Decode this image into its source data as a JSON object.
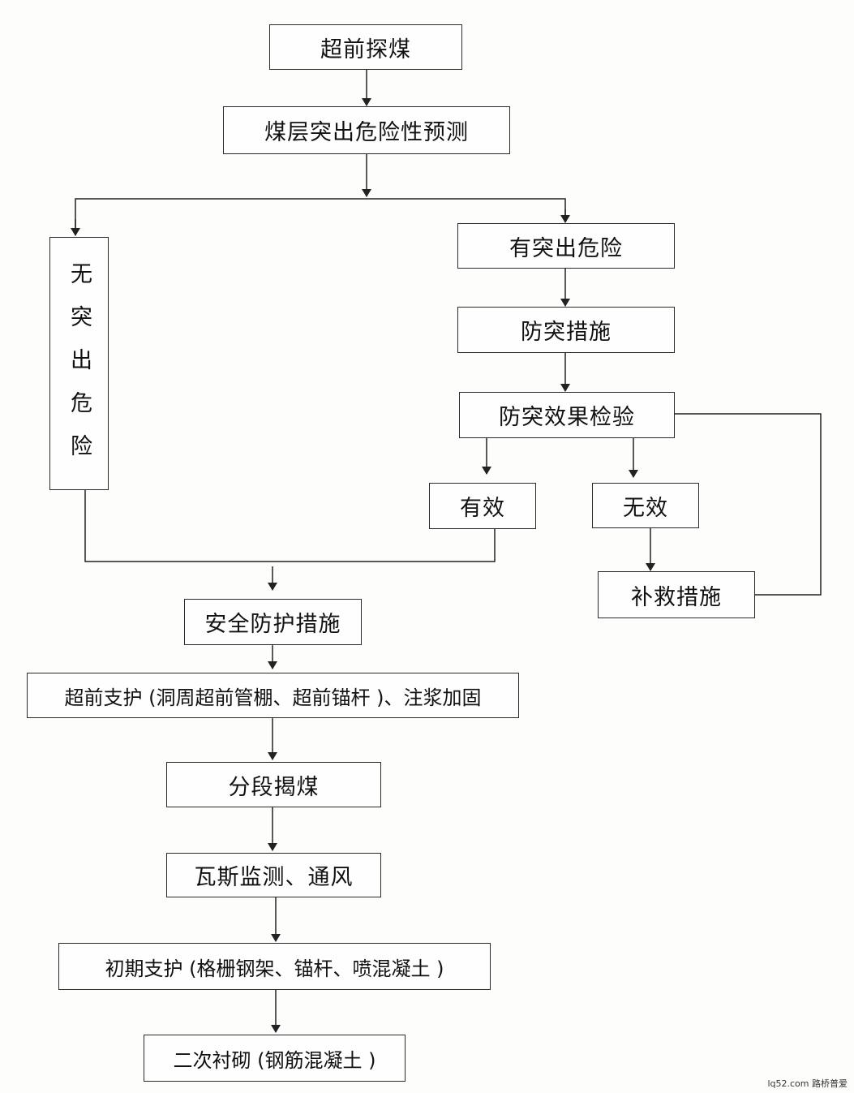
{
  "nodes": {
    "advance_probe": "超前探煤",
    "outburst_prediction": "煤层突出危险性预测",
    "no_outburst": "无突出危险",
    "has_outburst": "有突出危险",
    "prevention_measures": "防突措施",
    "effect_test": "防突效果检验",
    "effective": "有效",
    "ineffective": "无效",
    "remedial_measures": "补救措施",
    "safety_protection": "安全防护措施",
    "advance_support": "超前支护 (洞周超前管棚、超前锚杆 )、注浆加固",
    "sectional_exposure": "分段揭煤",
    "gas_monitoring": "瓦斯监测、通风",
    "initial_support": "初期支护 (格栅钢架、锚杆、喷混凝土 )",
    "secondary_lining": "二次衬砌 (钢筋混凝土 )"
  },
  "watermark": "lq52.com 路桥普爱"
}
